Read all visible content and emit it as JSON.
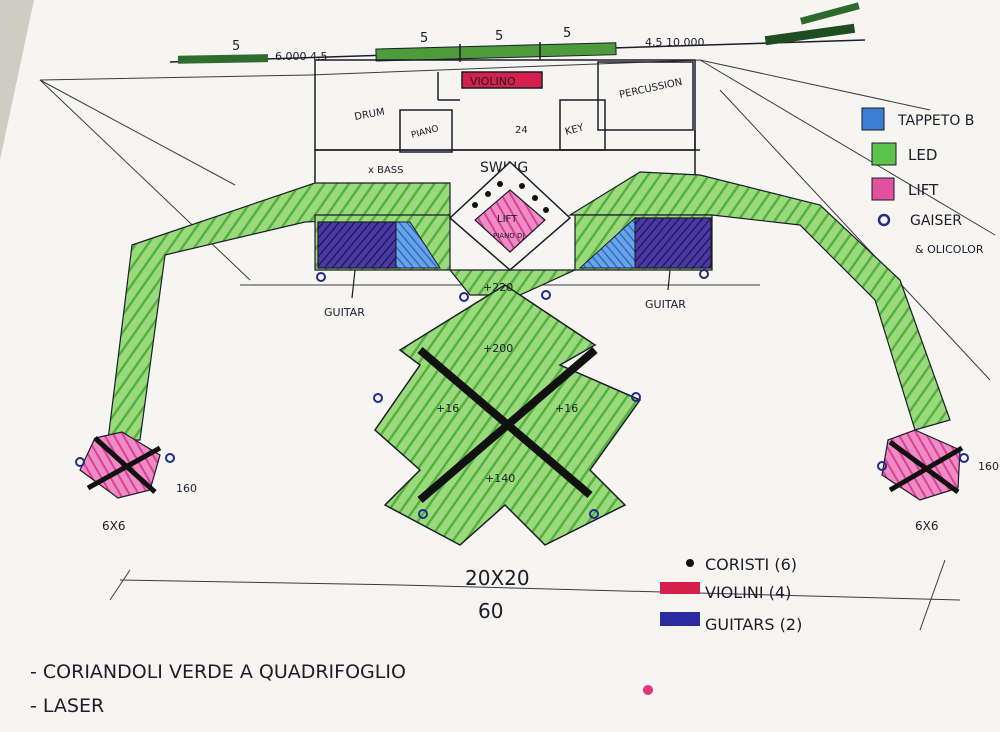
{
  "top_strip": {
    "left_numbers": "5",
    "center_numbers": [
      "5",
      "5",
      "5"
    ],
    "left_measure": "6.000 4,5",
    "right_measure": "4,5 10.000"
  },
  "stage_labels": {
    "violino": "VIOLINO",
    "drum": "DRUM",
    "piano": "PIANO",
    "percussion": "PERCUSSION",
    "key": "KEY",
    "swing": "SWING",
    "bass": "x BASS",
    "swing_number": "24",
    "lift_center": "LIFT",
    "lift_center_sub": "PIANO DJ",
    "guitar_left": "GUITAR",
    "guitar_right": "GUITAR",
    "h220": "+220",
    "h200": "+200",
    "h16_left": "+16",
    "h16_right": "+16",
    "h140": "+140",
    "left_pod_height": "160",
    "right_pod_height": "160",
    "left_pod_size": "6X6",
    "right_pod_size": "6X6",
    "main_size": "20X20",
    "main_height": "60"
  },
  "legend_top": [
    {
      "label": "TAPPETO B",
      "color": "#3a7fd1"
    },
    {
      "label": "LED",
      "color": "#5cc44a"
    },
    {
      "label": "LIFT",
      "color": "#e0529f"
    },
    {
      "label": "GAISER",
      "color": "#1e2a8c"
    }
  ],
  "legend_top_extra": "& OLICOLOR",
  "legend_bottom": [
    {
      "label": "CORISTI (6)",
      "color": "#111111"
    },
    {
      "label": "VIOLINI (4)",
      "color": "#d4204a"
    },
    {
      "label": "GUITARS (2)",
      "color": "#2b2a9e"
    }
  ],
  "notes": [
    "- CORIANDOLI VERDE A QUADRIFOGLIO",
    "- LASER"
  ],
  "colors": {
    "paper": "#f6f5f2",
    "ink": "#1c1c2a",
    "green": "#7fcf5e",
    "dark_green": "#2e6a2c",
    "pink": "#e05aa6",
    "blue": "#3b78d3",
    "purple": "#3a2a8c",
    "red": "#d4204a"
  }
}
